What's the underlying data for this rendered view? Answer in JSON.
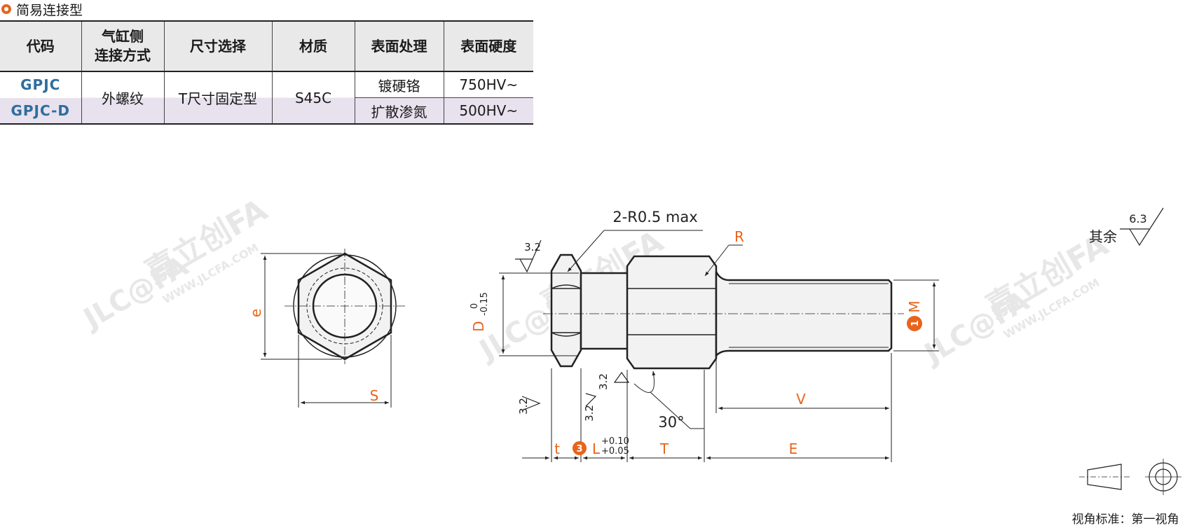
{
  "section": {
    "title": "简易连接型"
  },
  "table": {
    "headers": [
      "代码",
      "气缸侧\n连接方式",
      "尺寸选择",
      "材质",
      "表面处理",
      "表面硬度"
    ],
    "header_lines": [
      [
        "代码"
      ],
      [
        "气缸侧",
        "连接方式"
      ],
      [
        "尺寸选择"
      ],
      [
        "材质"
      ],
      [
        "表面处理"
      ],
      [
        "表面硬度"
      ]
    ],
    "rows": [
      {
        "code": "GPJC",
        "connection": "外螺纹",
        "size": "T尺寸固定型",
        "material": "S45C",
        "treatment": "镀硬铬",
        "hardness": "750HV~"
      },
      {
        "code": "GPJC-D",
        "connection": "外螺纹",
        "size": "T尺寸固定型",
        "material": "S45C",
        "treatment": "扩散渗氮",
        "hardness": "500HV~"
      }
    ]
  },
  "drawing": {
    "labels": {
      "e": "e",
      "S": "S",
      "D": "D",
      "D_tol_upper": "0",
      "D_tol_lower": "-0.15",
      "corner": "2-R0.5 max",
      "R": "R",
      "M": "M",
      "M_num": "1",
      "V": "V",
      "E": "E",
      "t": "t",
      "T": "T",
      "L": "L",
      "L_num": "3",
      "L_tol_upper": "+0.10",
      "L_tol_lower": "+0.05",
      "angle": "30°"
    },
    "roughness": [
      "3.2",
      "3.2",
      "3.2",
      "3.2"
    ],
    "other_roughness": {
      "label": "其余",
      "value": "6.3"
    },
    "projection_label": "视角标准：第一视角",
    "watermark": {
      "brand": "嘉立创FA",
      "site": "WWW.JLCFA.COM",
      "logo": "JLC@FA"
    }
  },
  "colors": {
    "accent": "#e8641b",
    "code_blue": "#2e6e9e",
    "row_purple": "#e8e1ee",
    "header_gray": "#e9e9e9"
  }
}
